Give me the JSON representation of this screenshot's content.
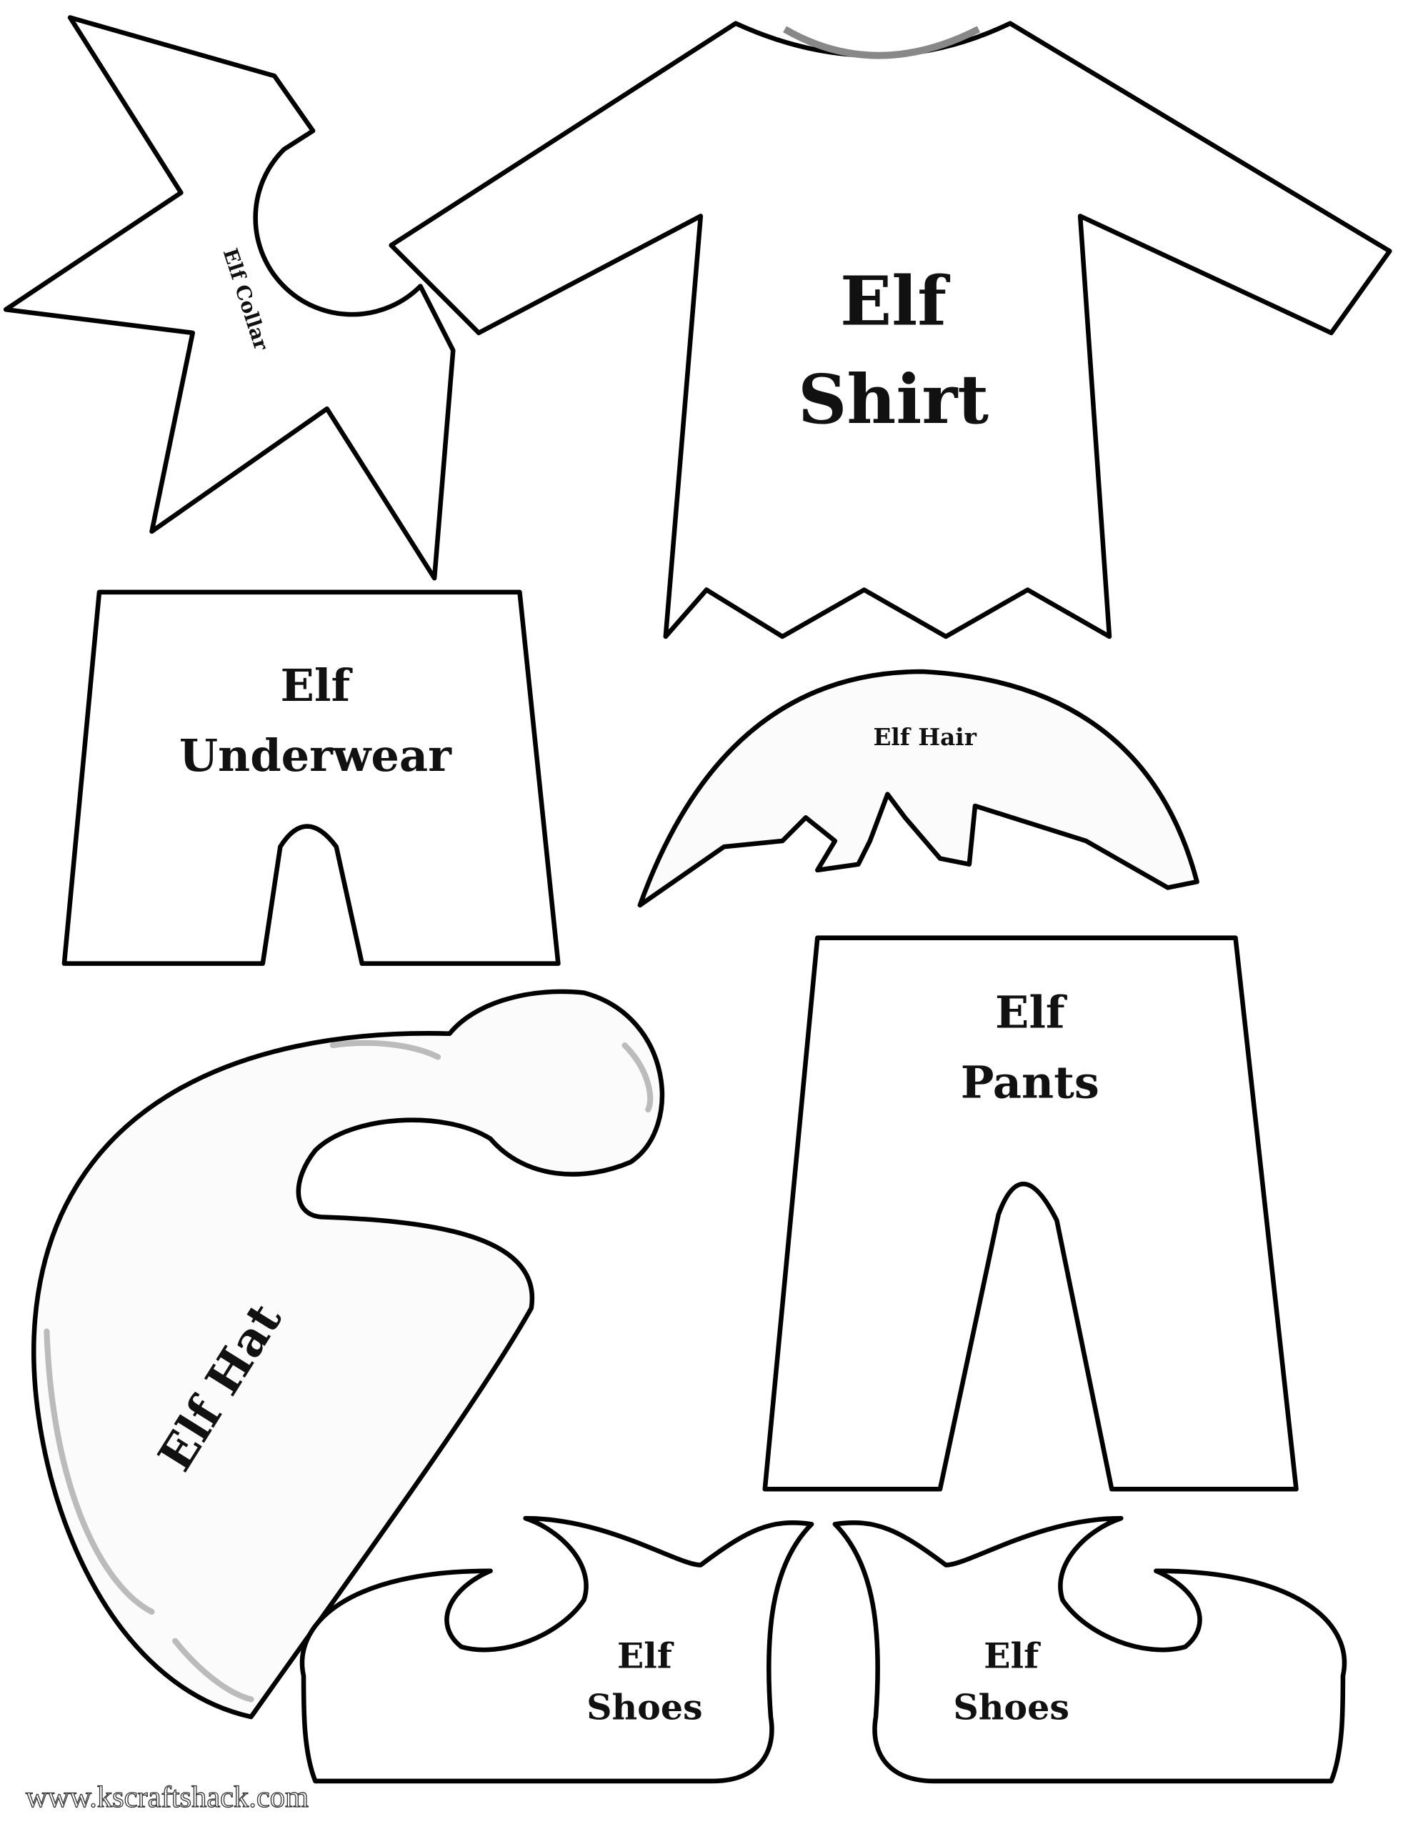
{
  "pieces": {
    "collar": {
      "label": "Elf Collar"
    },
    "shirt": {
      "line1": "Elf",
      "line2": "Shirt"
    },
    "underwear": {
      "line1": "Elf",
      "line2": "Underwear"
    },
    "hair": {
      "label": "Elf Hair"
    },
    "pants": {
      "line1": "Elf",
      "line2": "Pants"
    },
    "hat": {
      "label": "Elf Hat"
    },
    "shoe_left": {
      "line1": "Elf",
      "line2": "Shoes"
    },
    "shoe_right": {
      "line1": "Elf",
      "line2": "Shoes"
    }
  },
  "footer": {
    "url": "www.kscraftshack.com"
  },
  "colors": {
    "outline": "#000000",
    "neckline": "#888888"
  }
}
